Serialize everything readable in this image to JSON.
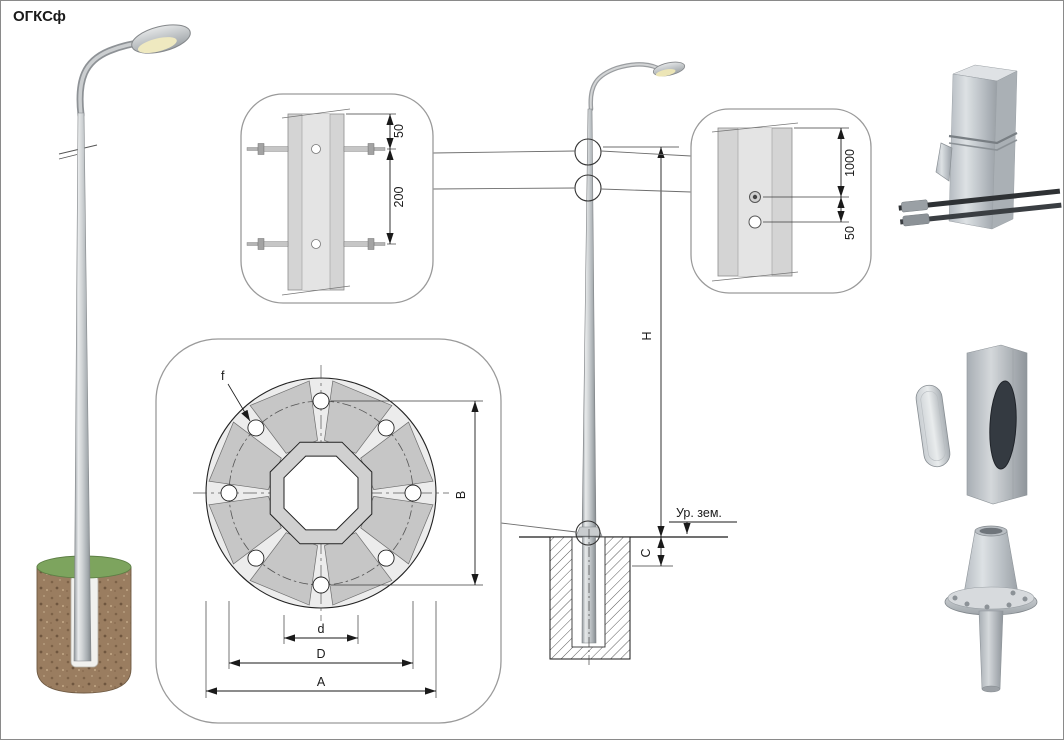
{
  "title": "ОГКСф",
  "detail_top": {
    "dim1": "50",
    "dim2": "200"
  },
  "detail_right": {
    "dim1": "1000",
    "dim2": "50"
  },
  "flange": {
    "f": "f",
    "b": "B",
    "d": "d",
    "big_d": "D",
    "a": "A"
  },
  "elevation": {
    "h": "H",
    "c": "C",
    "ground": "Ур. зем."
  }
}
